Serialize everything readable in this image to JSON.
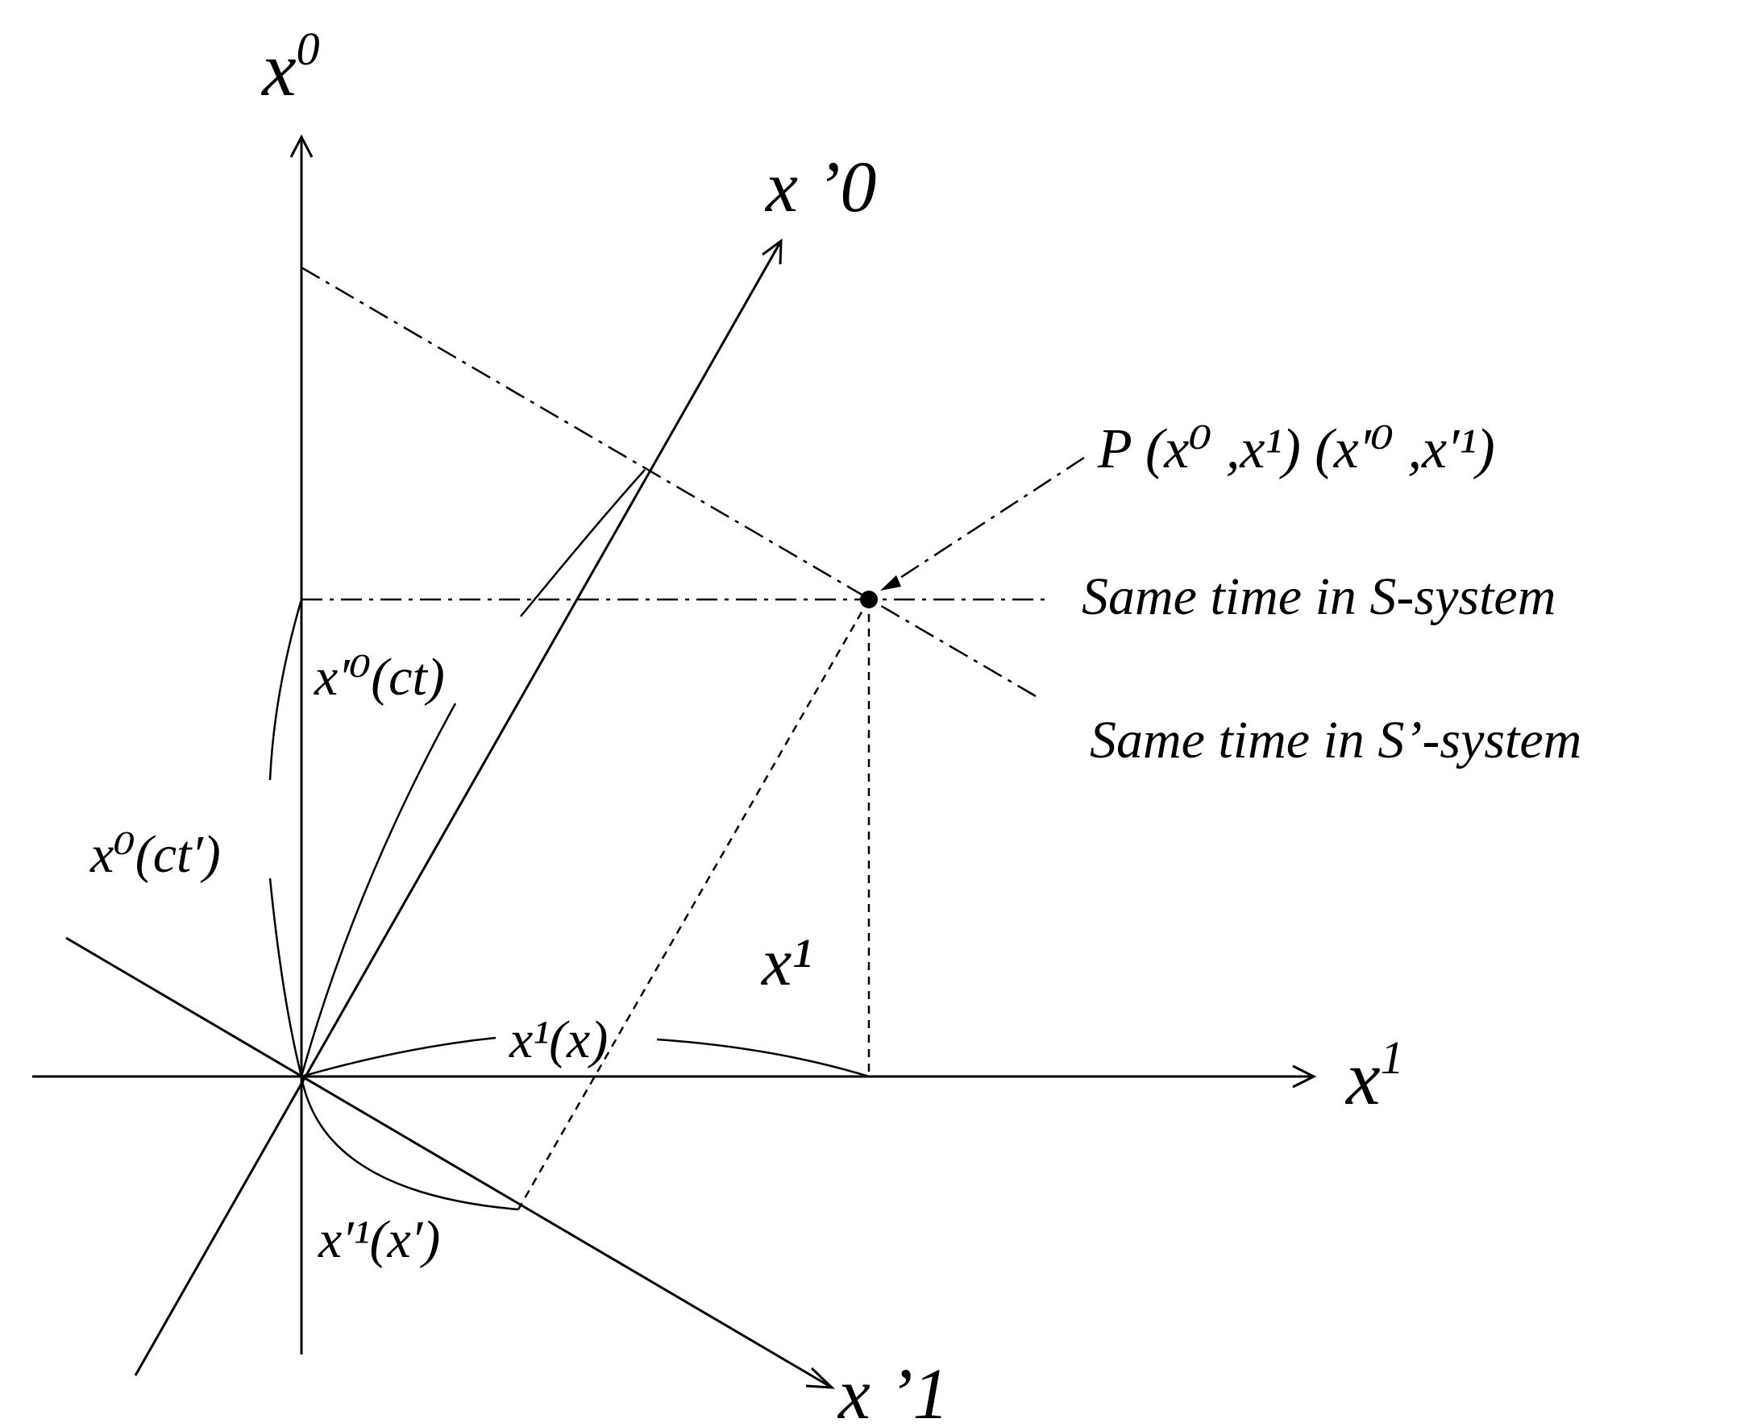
{
  "labels": {
    "axis_x0": "x",
    "axis_x0_sup": "0",
    "axis_x1": "x",
    "axis_x1_sup": "1",
    "axis_xp0": "x ’0",
    "axis_xp1": "x ’1",
    "point_label": "P (x⁰ ,x¹) (x′⁰ ,x′¹)",
    "same_time_s": "Same time in S-system",
    "same_time_sp": "Same time in S’-system",
    "arc_xp0_ct": "x′⁰(ct)",
    "arc_x0_ctp": "x⁰(ct′)",
    "arc_x1_x": "x¹(x)",
    "arc_xp1_xp": "x′¹(x′)",
    "coord_x1": "x¹"
  },
  "colors": {
    "line": "#000000",
    "background": "#ffffff"
  }
}
